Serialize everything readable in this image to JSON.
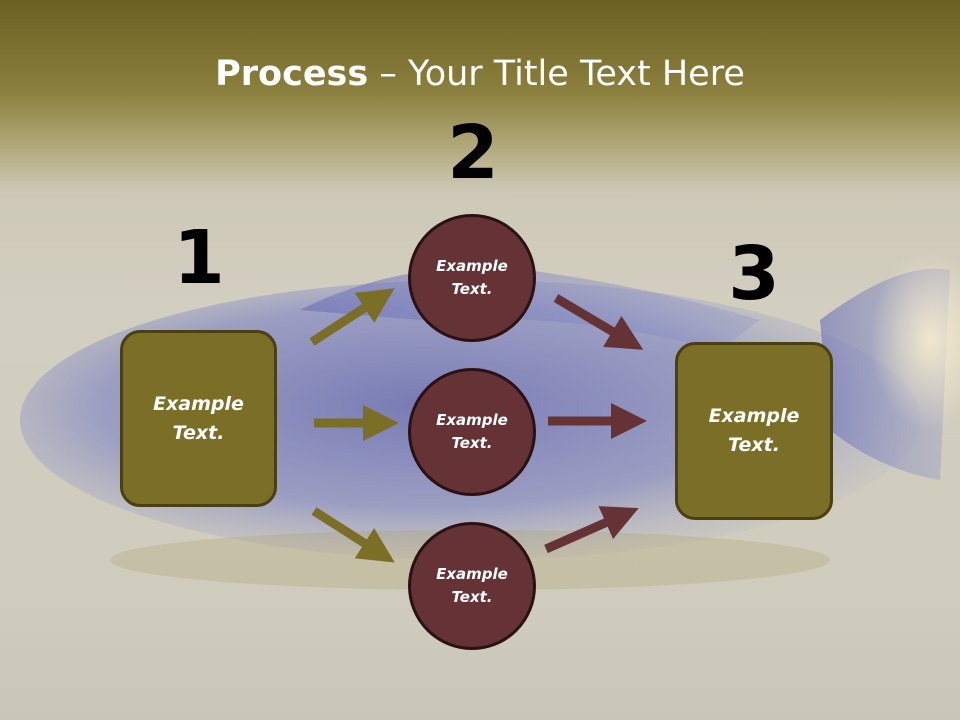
{
  "slide": {
    "title_bold": "Process",
    "title_rest": " – Your Title Text Here"
  },
  "steps": {
    "n1": "1",
    "n2": "2",
    "n3": "3"
  },
  "nodes": {
    "left_box": "Example Text.",
    "circle_top": "Example Text.",
    "circle_mid": "Example Text.",
    "circle_bottom": "Example Text.",
    "right_box": "Example Text."
  },
  "colors": {
    "box_fill": "#7b6e26",
    "circle_fill": "#653236",
    "olive_arrow": "#7b6e26",
    "maroon_arrow": "#653236"
  }
}
